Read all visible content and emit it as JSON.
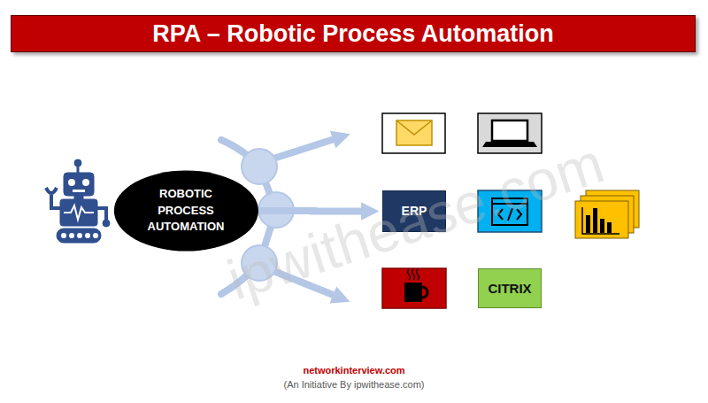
{
  "diagram": {
    "title": "RPA – Robotic Process Automation",
    "nodes": [
      {
        "text": [
          "ROBOTIC PROCESS AUTOMATION"
        ]
      },
      {
        "text": [
          "ERP"
        ]
      },
      {
        "text": [
          "CITRIX"
        ]
      }
    ],
    "edges": [
      {
        "from": 0,
        "to": 1,
        "arrow": "to"
      }
    ],
    "labels": [
      "ipwithease.com",
      "networkinterview.com",
      "(An Initiative By ipwithease.com)"
    ]
  }
}
